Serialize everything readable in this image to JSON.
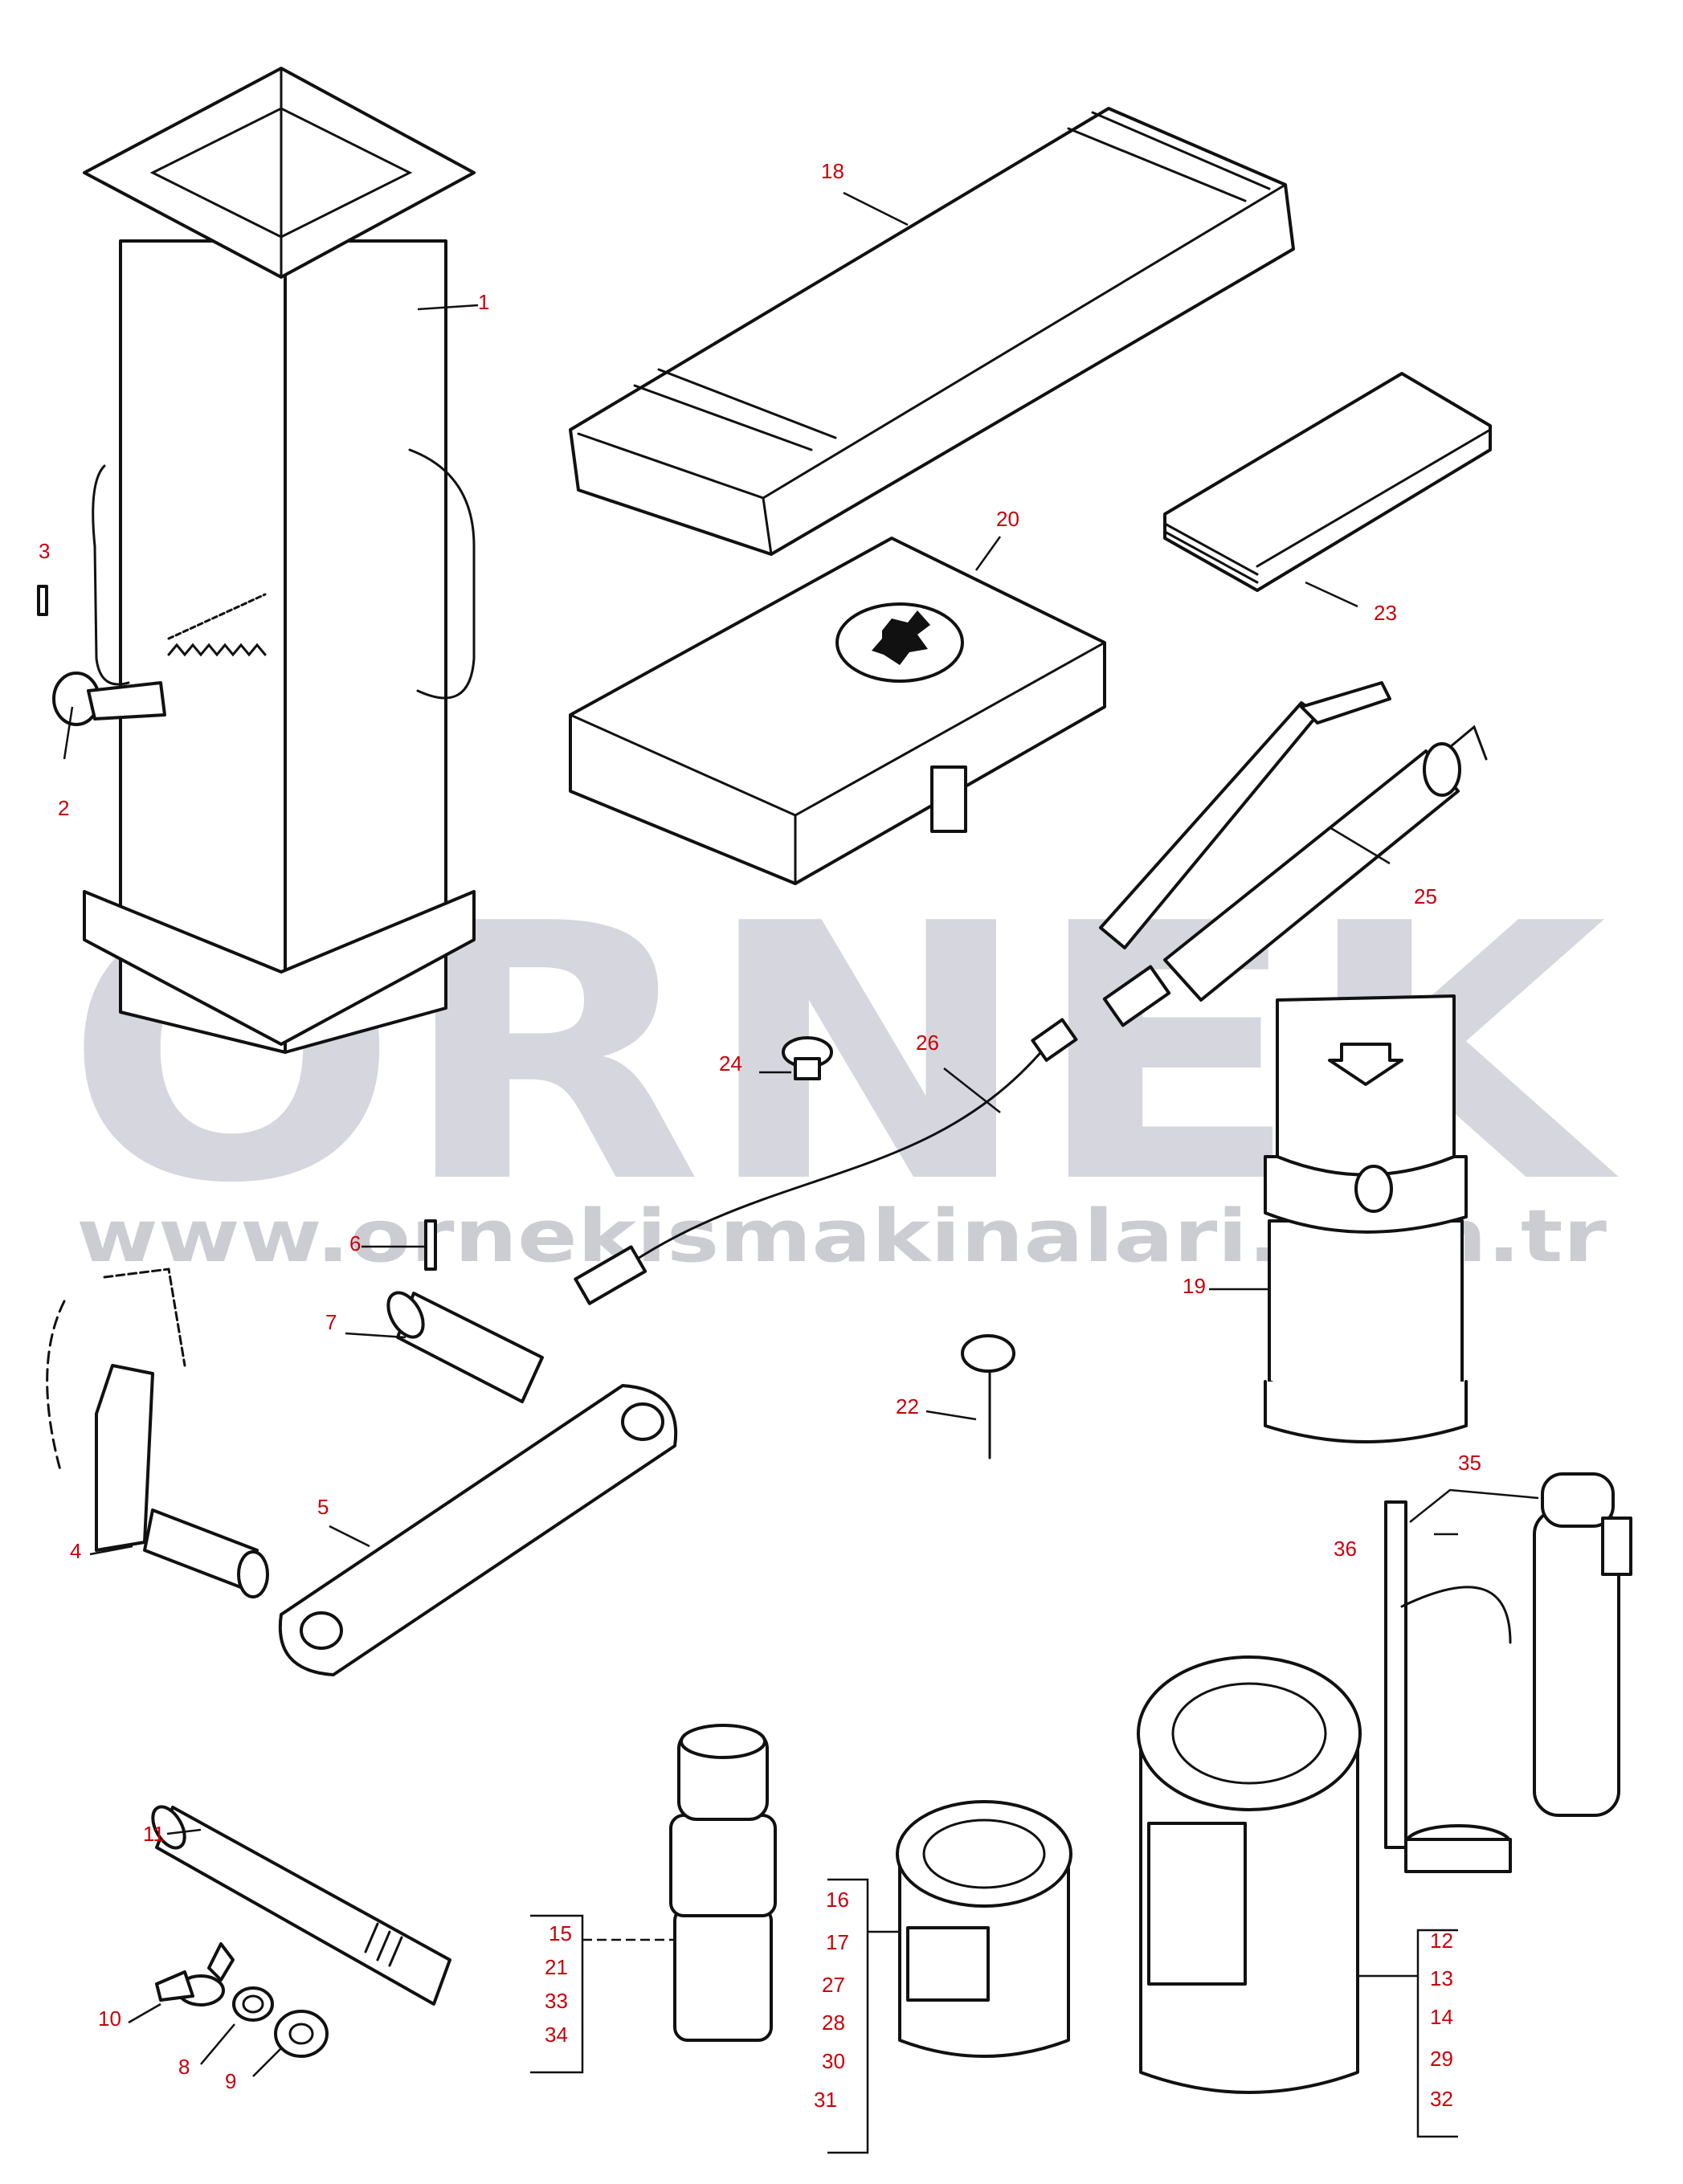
{
  "watermark": {
    "brand": "ÖRNEK",
    "url": "www.ornekismakinalari.com.tr",
    "brand_color": "#c9c9d3",
    "accent_color": "#f2c400"
  },
  "labels": {
    "l1": "1",
    "l2": "2",
    "l3": "3",
    "l4": "4",
    "l5": "5",
    "l6": "6",
    "l7": "7",
    "l8": "8",
    "l9": "9",
    "l10": "10",
    "l11": "11",
    "l18": "18",
    "l19": "19",
    "l20": "20",
    "l22": "22",
    "l23": "23",
    "l24": "24",
    "l25": "25",
    "l26": "26",
    "l35": "35",
    "l36": "36"
  },
  "groups": {
    "spray_can": [
      "15",
      "21",
      "33",
      "34"
    ],
    "small_tin": [
      "16",
      "17",
      "27",
      "28",
      "30",
      "31"
    ],
    "large_tin": [
      "12",
      "13",
      "14",
      "29",
      "32"
    ]
  },
  "label_color": "#c8000a"
}
